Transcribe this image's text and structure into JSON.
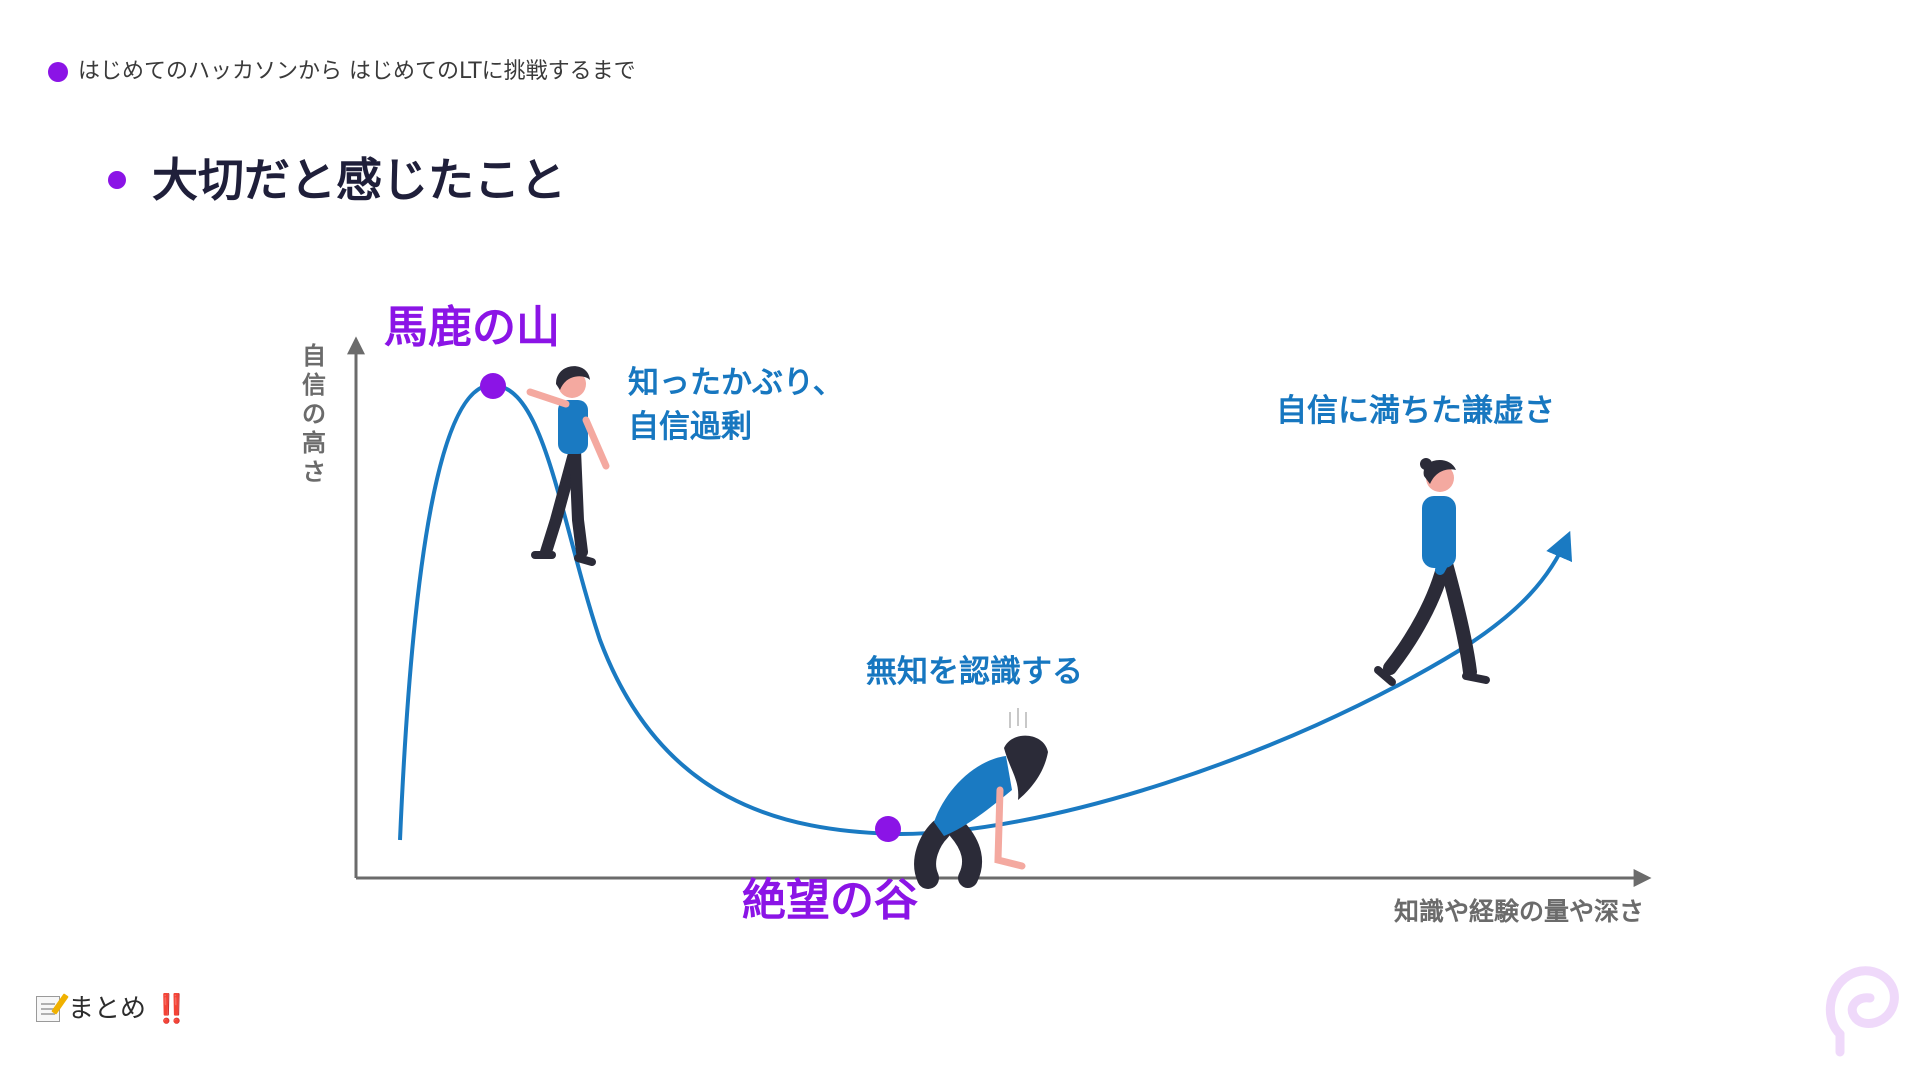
{
  "slide": {
    "breadcrumb": "はじめてのハッカソンから はじめてのLTに挑戦するまで",
    "heading": "大切だと感じたこと",
    "footer_label": "まとめ",
    "footer_bang": "‼️"
  },
  "diagram": {
    "y_axis_label": [
      "自",
      "信",
      "の",
      "高",
      "さ"
    ],
    "x_axis_label": "知識や経験の量や深さ",
    "peak_title": "馬鹿の山",
    "peak_note": [
      "知ったかぶり、",
      "自信過剰"
    ],
    "valley_title": "絶望の谷",
    "valley_note": "無知を認識する",
    "slope_note": "自信に満ちた謙虚さ"
  },
  "colors": {
    "accent": "#8b14e6",
    "curve": "#1a7ac2",
    "label_blue": "#1777c0",
    "heading": "#1f1f3a",
    "axis": "#6b6b6b",
    "figure_shirt": "#1a7ac2",
    "figure_pants": "#2b2b38",
    "skin": "#f4a9a0"
  },
  "icons": {
    "memo": "memo-icon",
    "bang": "double-exclamation-icon",
    "brand": "brand-logo"
  }
}
